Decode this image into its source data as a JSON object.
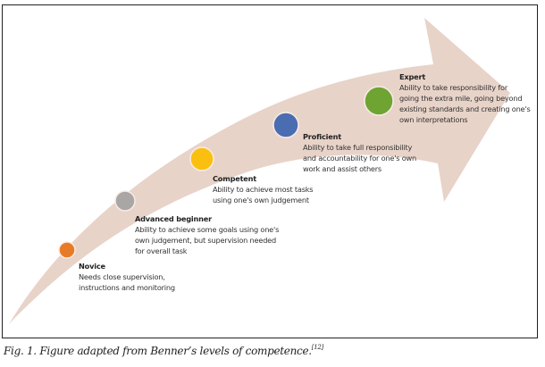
{
  "colors": {
    "arrow": "#e8d3c9",
    "frame": "#222222",
    "circle_stroke": "#f7ece6"
  },
  "stages": [
    {
      "name": "Novice",
      "color": "#e87b27",
      "lines": [
        "Needs close supervision,",
        "instructions and monitoring"
      ]
    },
    {
      "name": "Advanced beginner",
      "color": "#a9a6a5",
      "lines": [
        "Ability to achieve some goals using one's",
        "own judgement, but supervision needed",
        "for overall task"
      ]
    },
    {
      "name": "Competent",
      "color": "#fbc00f",
      "lines": [
        "Ability to achieve most tasks",
        "using one's own judgement"
      ]
    },
    {
      "name": "Proficient",
      "color": "#4a6db2",
      "lines": [
        "Ability to take full responsibility",
        "and accountability for one's own",
        "work and assist others"
      ]
    },
    {
      "name": "Expert",
      "color": "#6fa433",
      "lines": [
        "Ability to take responsibility for",
        "going the extra mile, going beyond",
        "existing standards and creating one's",
        "own interpretations"
      ]
    }
  ],
  "caption": {
    "text": "Fig. 1. Figure adapted from Benner’s levels of competence.",
    "reference": "[12]"
  }
}
